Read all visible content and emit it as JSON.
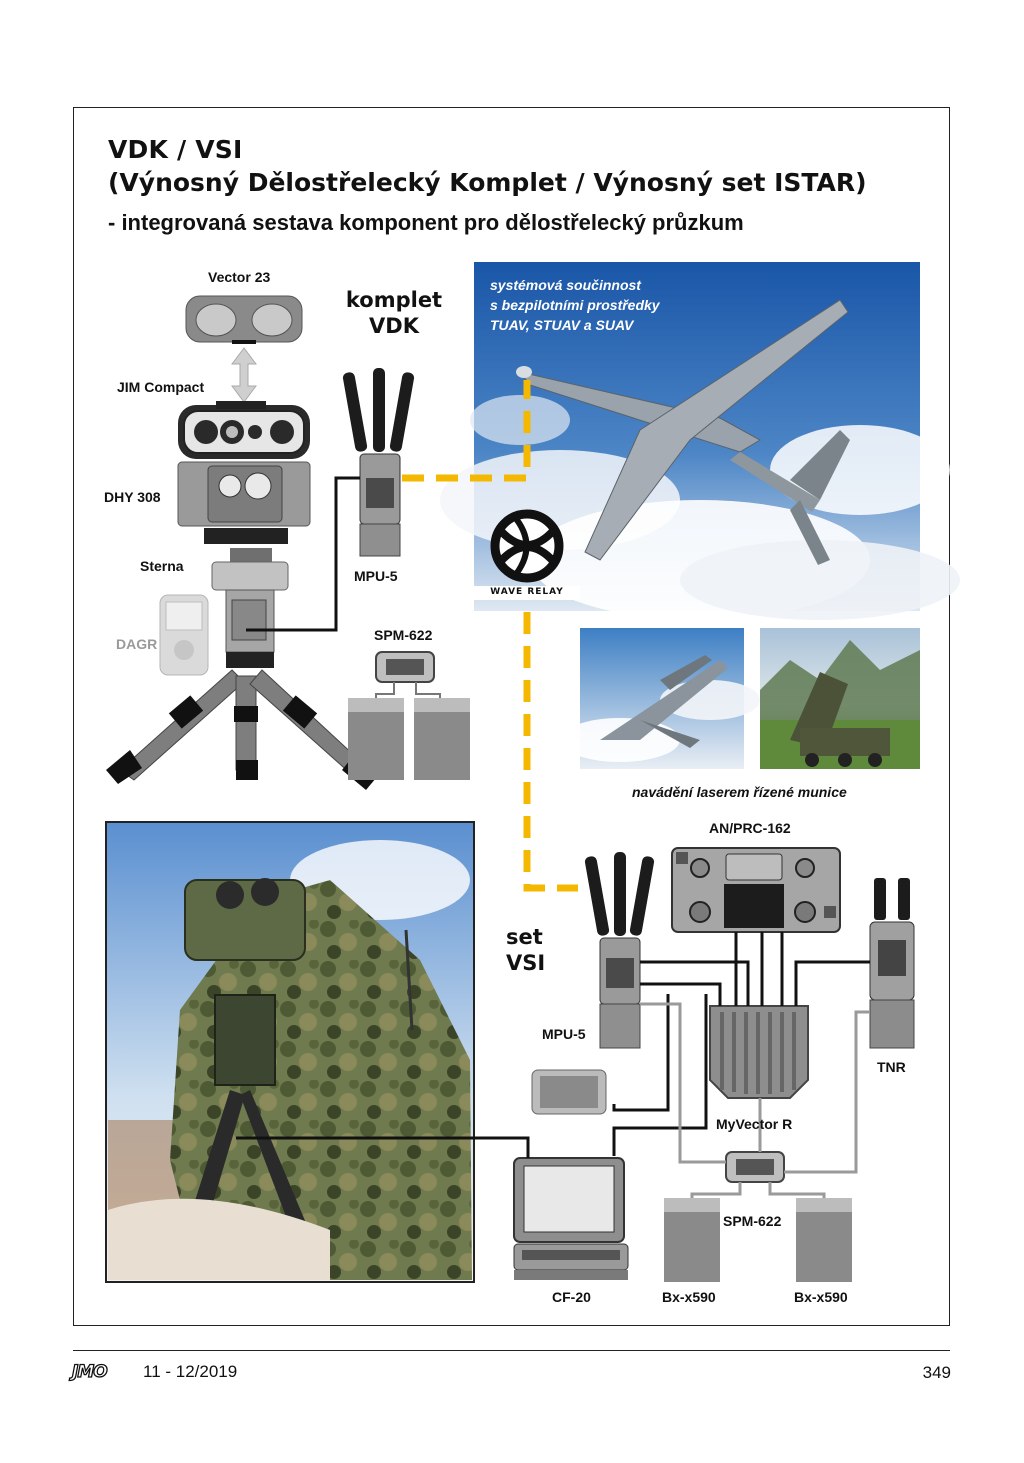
{
  "header": {
    "title_line1": "VDK / VSI",
    "title_line2": "(Výnosný Dělostřelecký Komplet / Výnosný set ISTAR)",
    "subtitle": "- integrovaná sestava komponent pro dělostřelecký průzkum"
  },
  "labels": {
    "vector": "Vector 23",
    "jim": "JIM Compact",
    "dhy": "DHY 308",
    "sterna": "Sterna",
    "dagr": "DAGR",
    "mpu_top": "MPU-5",
    "spm_top": "SPM-622",
    "vdk_line1": "komplet",
    "vdk_line2": "VDK",
    "anprc": "AN/PRC-162",
    "vsi_line1": "set",
    "vsi_line2": "VSI",
    "mpu_bottom": "MPU-5",
    "tnr": "TNR",
    "myvector": "MyVector R",
    "spm_bottom": "SPM-622",
    "cf20": "CF-20",
    "bx1": "Bx-x590",
    "bx2": "Bx-x590"
  },
  "uav_caption": {
    "line1": "systémová součinnost",
    "line2": "s bezpilotními prostředky",
    "line3": "TUAV, STUAV a SUAV"
  },
  "wave_relay": "WAVE RELAY",
  "laser_caption": "navádění laserem řízené munice",
  "footer": {
    "logo": "JMO",
    "date": "11 - 12/2019",
    "page": "349"
  },
  "colors": {
    "link_dashed": "#f5b800",
    "device_grey": "#8c8c8c",
    "sky_blue": "#1f5fb0"
  }
}
